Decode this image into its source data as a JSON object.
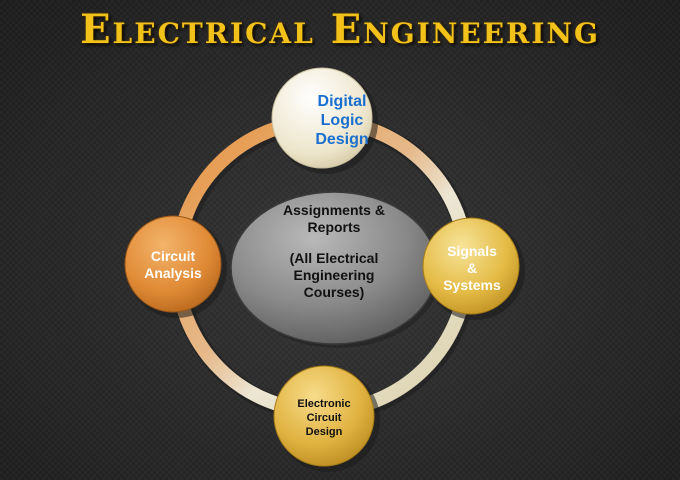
{
  "title": "Electrical Engineering",
  "center": {
    "line1": "Assignments &",
    "line2": "Reports",
    "line3": "(All Electrical",
    "line4": "Engineering",
    "line5": "Courses)"
  },
  "nodes": {
    "top": [
      "Digital",
      "Logic",
      "Design"
    ],
    "right": [
      "Signals",
      "&",
      "Systems"
    ],
    "left": [
      "Circuit",
      "Analysis"
    ],
    "bottom": [
      "Electronic",
      "Circuit",
      "Design"
    ]
  },
  "colors": {
    "title": "#f2c21b",
    "top_text": "#1a6fcf",
    "ring_orange": "#e39a45",
    "ring_light": "#e8e2cf",
    "node_gold": "#e8c24a"
  }
}
